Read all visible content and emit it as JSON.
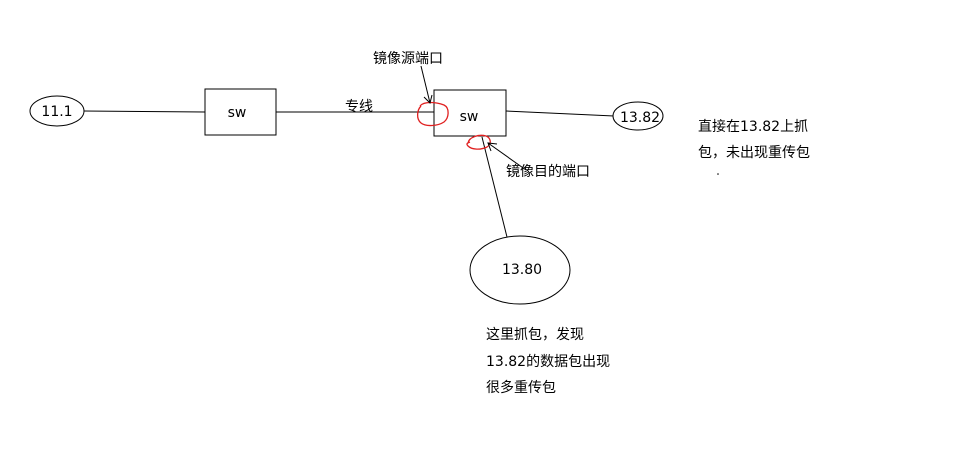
{
  "nodes": {
    "host_11_1": "11.1",
    "switch_left": "sw",
    "switch_right": "sw",
    "host_13_82": "13.82",
    "host_13_80": "13.80"
  },
  "labels": {
    "dedicated_line": "专线",
    "mirror_source_port": "镜像源端口",
    "mirror_dest_port": "镜像目的端口"
  },
  "notes": {
    "capture_on_13_82": [
      "直接在13.82上抓",
      "包，未出现重传包"
    ],
    "capture_here": [
      "这里抓包，发现",
      "13.82的数据包出现",
      "很多重传包"
    ]
  },
  "colors": {
    "line": "#000000",
    "marker": "#e02020"
  }
}
